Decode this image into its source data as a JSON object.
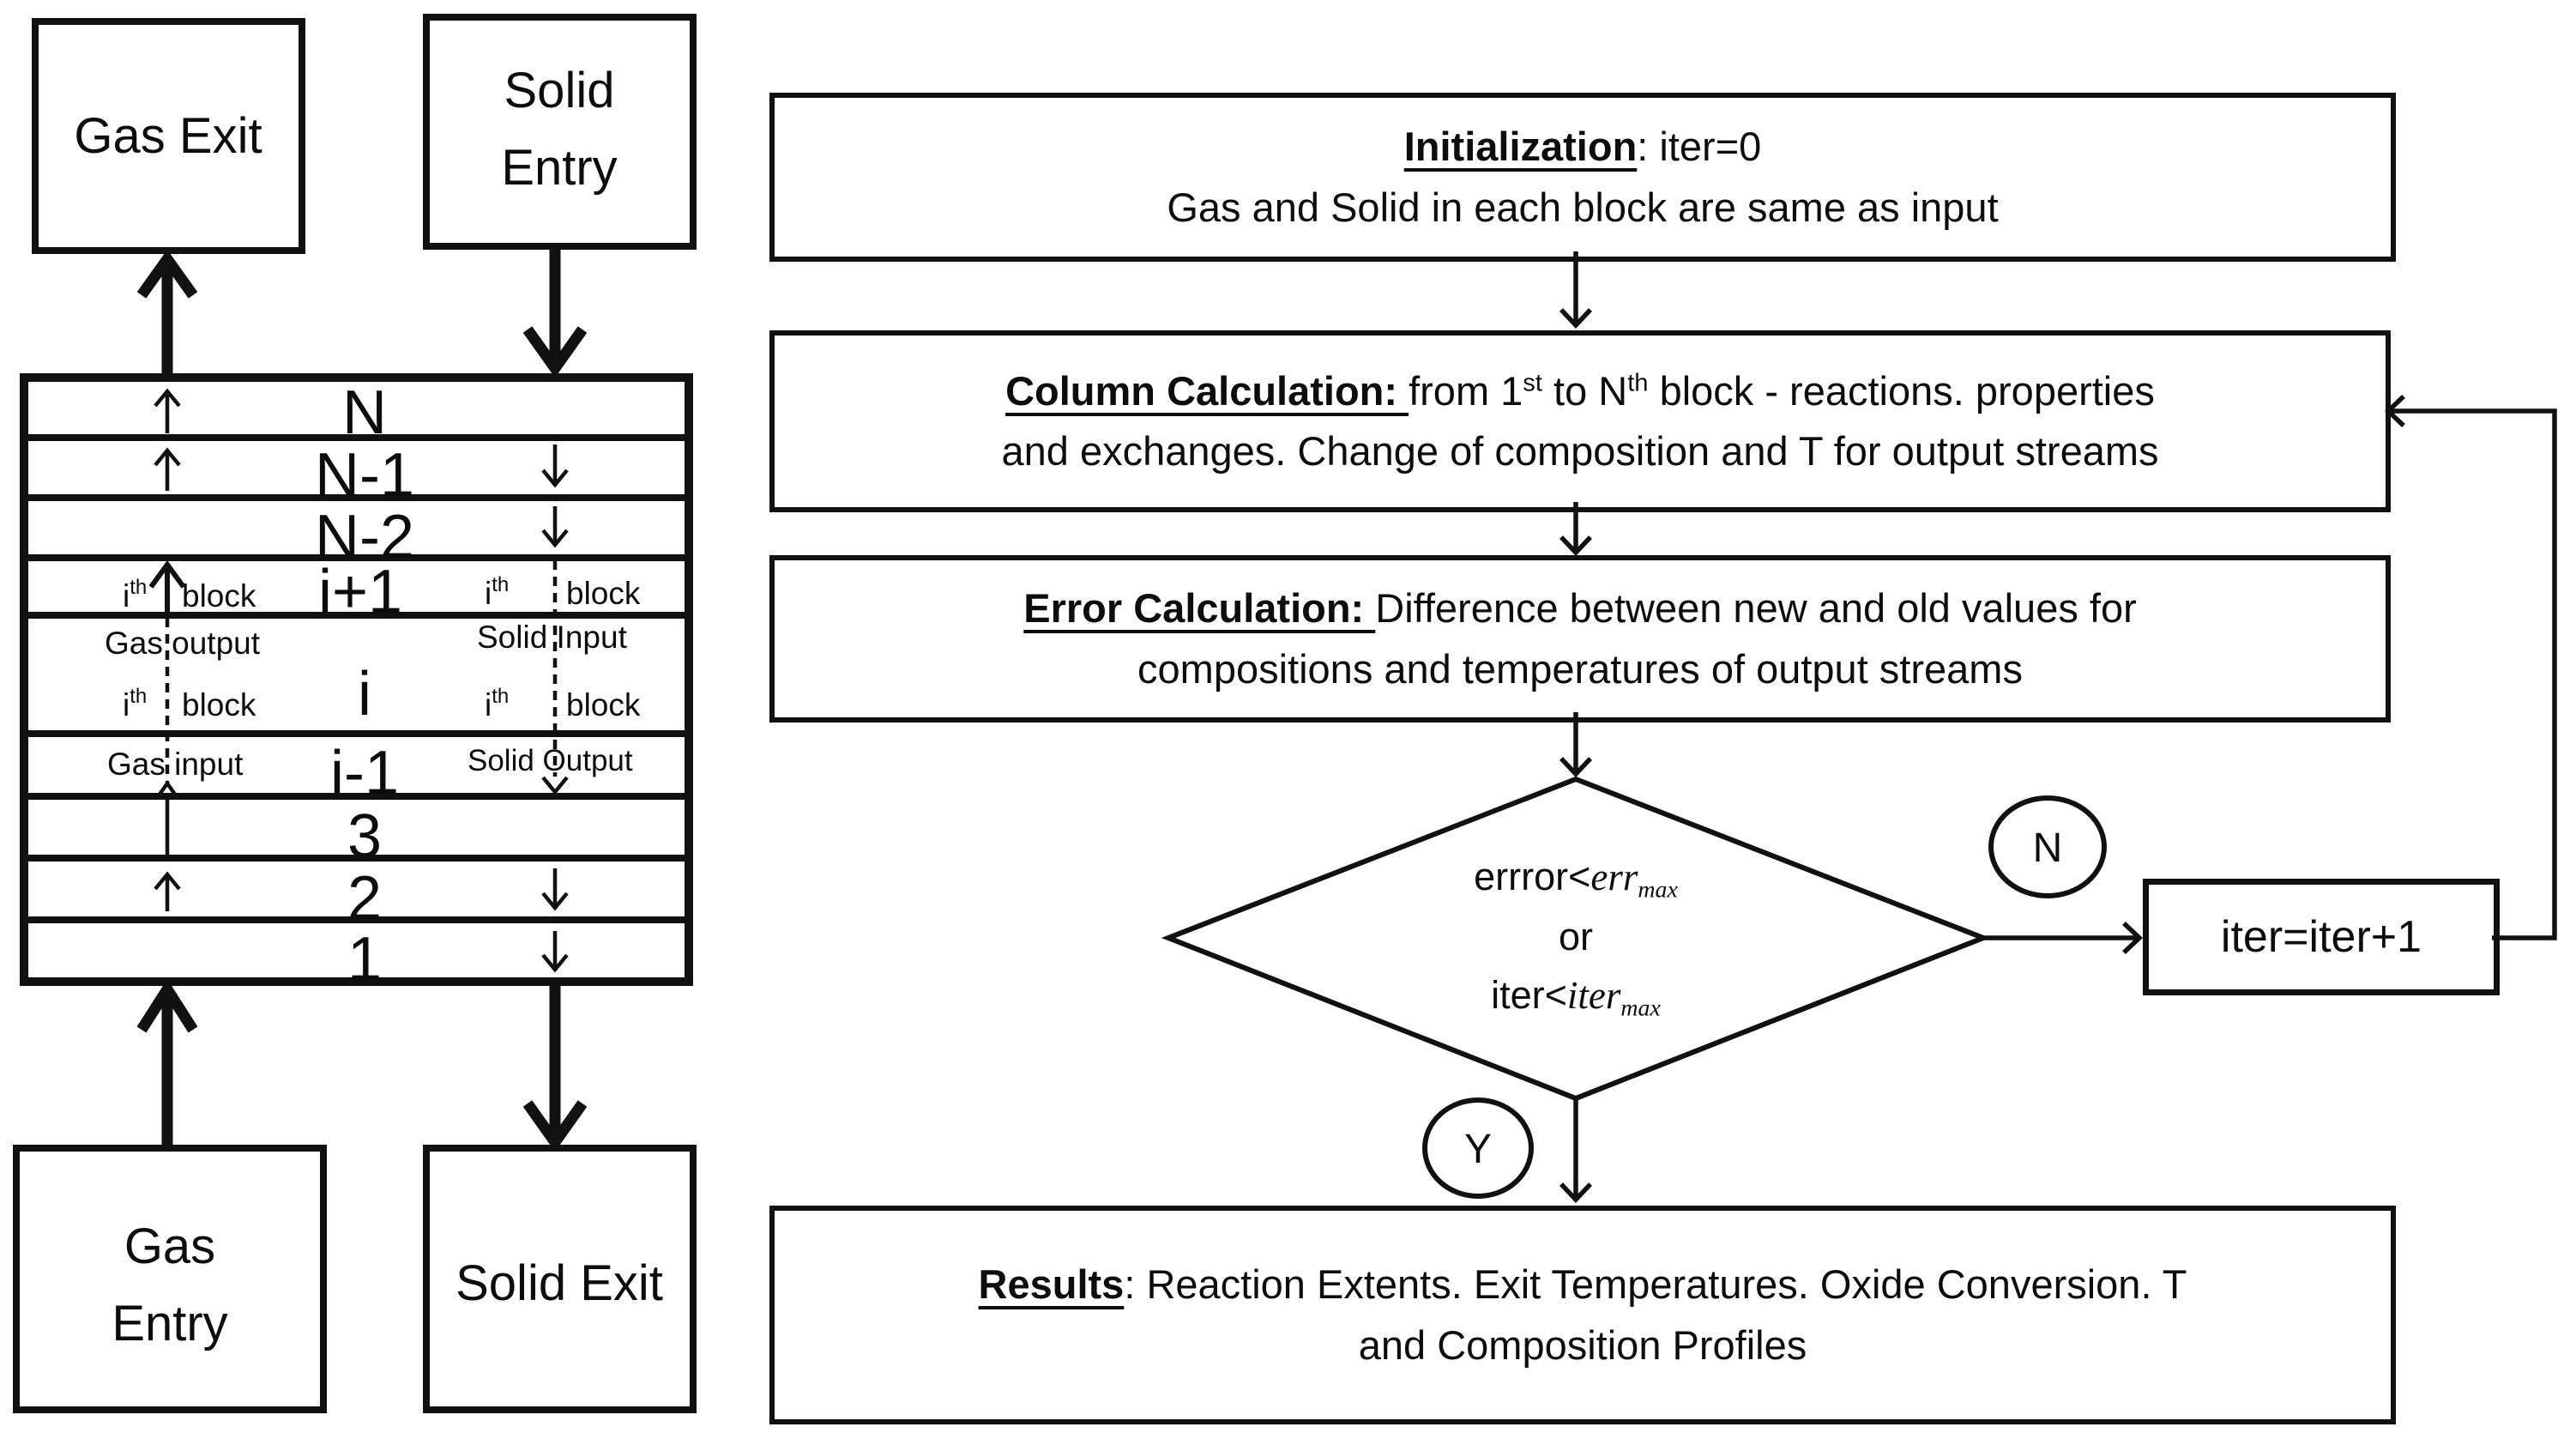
{
  "left": {
    "gas_exit": "Gas Exit",
    "solid_entry_line1": "Solid",
    "solid_entry_line2": "Entry",
    "gas_entry_line1": "Gas",
    "gas_entry_line2": "Entry",
    "solid_exit": "Solid Exit",
    "rows": {
      "n": "N",
      "nm1": "N-1",
      "nm2": "N-2",
      "ip1": "i+1",
      "i": "i",
      "im1": "i-1",
      "r3": "3",
      "r2": "2",
      "r1": "1"
    },
    "labels": {
      "i": "i",
      "th": "th",
      "block": "block",
      "gas_output": "Gas output",
      "gas_input": "Gas input",
      "solid_input": "Solid Input",
      "solid_output": "Solid Output"
    }
  },
  "flow": {
    "init": {
      "title": "Initialization",
      "suffix": ": iter=0",
      "line2": "Gas and Solid in each block are same as input"
    },
    "column": {
      "title": "Column Calculation: ",
      "l1a": "from 1",
      "sup1": "st",
      "l1b": " to N",
      "sup2": "th",
      "l1c": " block - reactions. properties",
      "line2": "and exchanges. Change of composition and T for output streams"
    },
    "error": {
      "title": "Error Calculation: ",
      "l1": "Difference between new and old values for",
      "line2": "compositions and temperatures of output streams"
    },
    "decision": {
      "l1a": "errror<",
      "l1b": "err",
      "l1c": "max",
      "l2": "or",
      "l3a": "iter<",
      "l3b": "iter",
      "l3c": "max"
    },
    "iter_label": "iter=iter+1",
    "n_label": "N",
    "y_label": "Y",
    "results": {
      "title": "Results",
      "suffix": ": Reaction Extents. Exit Temperatures. Oxide Conversion. T",
      "line2": "and Composition Profiles"
    }
  }
}
